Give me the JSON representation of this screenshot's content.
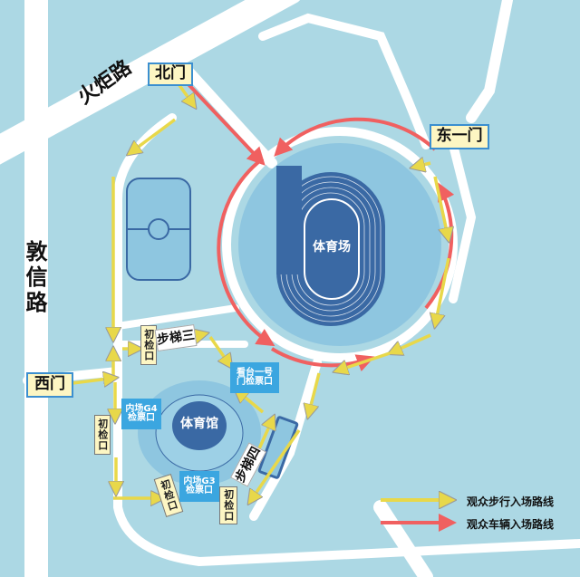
{
  "roads": {
    "huoju": "火炬路",
    "dunxin": "敦信路"
  },
  "gates": {
    "north": "北门",
    "east1": "东一门",
    "west": "西门"
  },
  "venues": {
    "stadium": "体育场",
    "gym": "体育馆"
  },
  "checkpoints": {
    "initial": "初检口",
    "ticket_stand1": "看台一号门检票口",
    "ticket_g4": "内场G4检票口",
    "ticket_g3": "内场G3检票口"
  },
  "stairs": {
    "three": "步梯三",
    "four": "步梯四"
  },
  "legend": {
    "walk": "观众步行入场路线",
    "vehicle": "观众车辆入场路线"
  },
  "colors": {
    "background": "#acd8e4",
    "road": "#ffffff",
    "venue_light": "#8ec6e0",
    "venue_dark": "#3a69a4",
    "walk_arrow": "#e8d84a",
    "vehicle_arrow": "#f06060",
    "gate_fill": "#fdf6c3",
    "gate_border": "#3b8fd0",
    "ticket_fill": "#3ba6e0"
  }
}
